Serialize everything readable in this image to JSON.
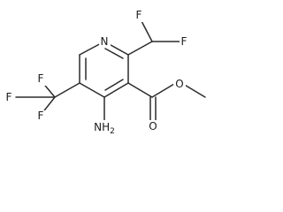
{
  "molecule": {
    "atom_labels": {
      "n_ring": "N",
      "f_top_left": "F",
      "f_top_right": "F",
      "f_cf3_top": "F",
      "f_cf3_left": "F",
      "f_cf3_bottom": "F",
      "amine": "NH",
      "amine_sub": "2",
      "o_carbonyl": "O",
      "o_ester": "O"
    }
  }
}
